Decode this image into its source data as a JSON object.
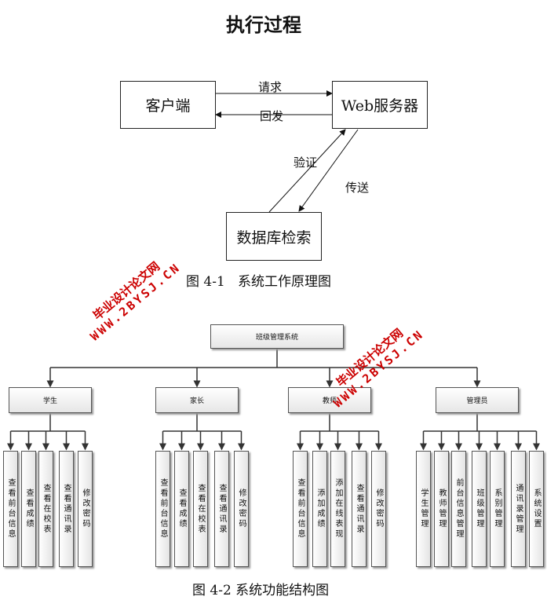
{
  "title": "执行过程",
  "fig1": {
    "client": "客户端",
    "server": "Web服务器",
    "database": "数据库检索",
    "request": "请求",
    "response": "回发",
    "verify": "验证",
    "transfer": "传送",
    "caption": "图 4-1   系统工作原理图"
  },
  "fig2": {
    "root": "班级管理系统",
    "groups": [
      {
        "label": "学生",
        "items": [
          "查看前台信息",
          "查看成绩",
          "查看在校表",
          "查看通讯录",
          "修改密码"
        ]
      },
      {
        "label": "家长",
        "items": [
          "查看前台信息",
          "查看成绩",
          "查看在校表",
          "查看通讯录",
          "修改密码"
        ]
      },
      {
        "label": "教师",
        "items": [
          "查看前台信息",
          "添加成绩",
          "添加在线表现",
          "查看通讯录",
          "修改密码"
        ]
      },
      {
        "label": "管理员",
        "items": [
          "学生管理",
          "教师管理",
          "前台信息管理",
          "班级管理",
          "系别管理",
          "通讯录管理",
          "系统设置"
        ]
      }
    ],
    "caption": "图 4-2 系统功能结构图"
  },
  "watermark": {
    "line1": "毕业设计论文网",
    "line2": "WWW.2BYSJ.CN",
    "color": "#cc0000"
  }
}
